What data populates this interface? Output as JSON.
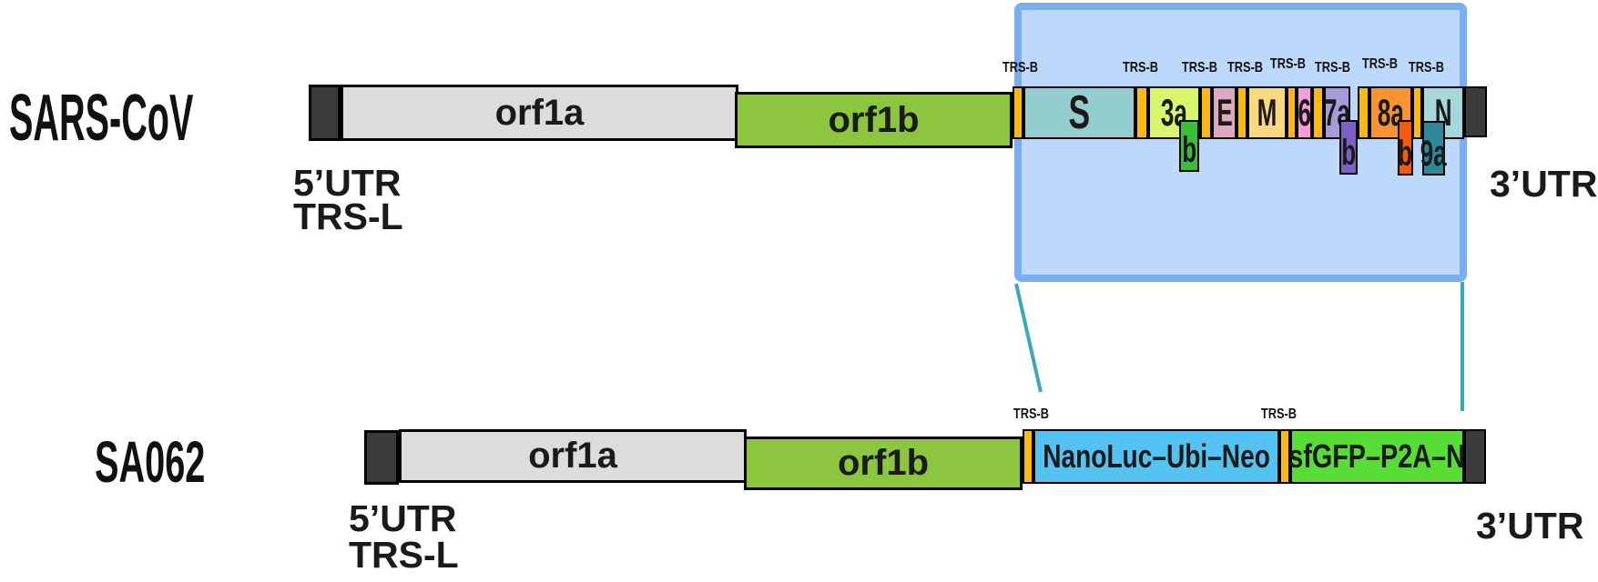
{
  "diagram": {
    "rows": {
      "sars": {
        "title": "SARS-CoV"
      },
      "sa062": {
        "title": "SA062"
      }
    },
    "labels": {
      "utr5": "5’UTR",
      "trs_l": "TRS-L",
      "utr3": "3’UTR",
      "trs_b": "TRS-B"
    },
    "sars_genes": {
      "orf1a": "orf1a",
      "orf1b": "orf1b",
      "S": "S",
      "orf3a": "3a",
      "orf3b": "b",
      "E": "E",
      "M": "M",
      "orf6": "6",
      "orf7a": "7a",
      "orf7b": "b",
      "orf8a": "8a",
      "orf8b": "b",
      "orf9a": "9a",
      "N": "N"
    },
    "sa062_genes": {
      "orf1a": "orf1a",
      "orf1b": "orf1b",
      "nanoluc": "NanoLuc–Ubi–Neo",
      "sfgfp": "sfGFP–P2A–N"
    },
    "colors": {
      "highlight_fill": "#BCD8FA",
      "highlight_border": "#79AFF2",
      "connector_line": "#3BA8B8",
      "utr": "#3b3b3b",
      "orf1a": "#dcdcdc",
      "orf1b": "#8CC63E",
      "trs_b": "#FCB813",
      "S": "#93CDD0",
      "orf3a": "#D8F56E",
      "orf3b": "#3ABE3C",
      "E": "#DCA9BE",
      "M": "#FBD77E",
      "orf6": "#FA9CD9",
      "orf7a": "#A89BD9",
      "orf7b": "#7C5FC9",
      "orf8a": "#F89433",
      "orf8b": "#F85B07",
      "orf9a": "#30899A",
      "N": "#A6D7DA",
      "nanoluc": "#55C3F2",
      "sfgfp": "#58DC36"
    }
  }
}
